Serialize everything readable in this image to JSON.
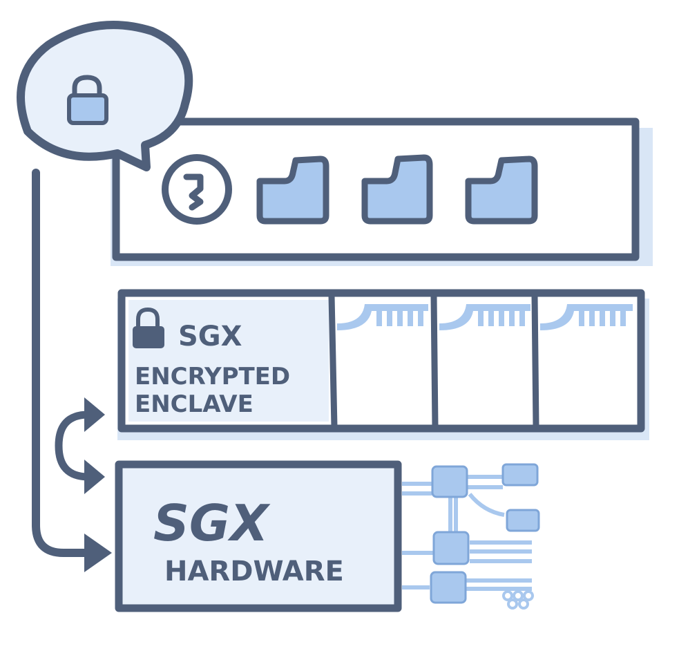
{
  "enclave": {
    "sgx_label": "SGX",
    "line1": "ENCRYPTED",
    "line2": "ENCLAVE"
  },
  "hardware": {
    "title": "SGX",
    "subtitle": "HARDWARE"
  },
  "colors": {
    "outline": "#4f5f7a",
    "fill_light": "#e8f0fa",
    "fill_accent": "#a9c8ee",
    "shadow": "#d9e6f6"
  },
  "icons": [
    "speech-bubble-lock-icon",
    "key-icon",
    "folder-icon",
    "lock-icon",
    "memory-chip-icon",
    "circuit-icon",
    "arrow-icon"
  ]
}
